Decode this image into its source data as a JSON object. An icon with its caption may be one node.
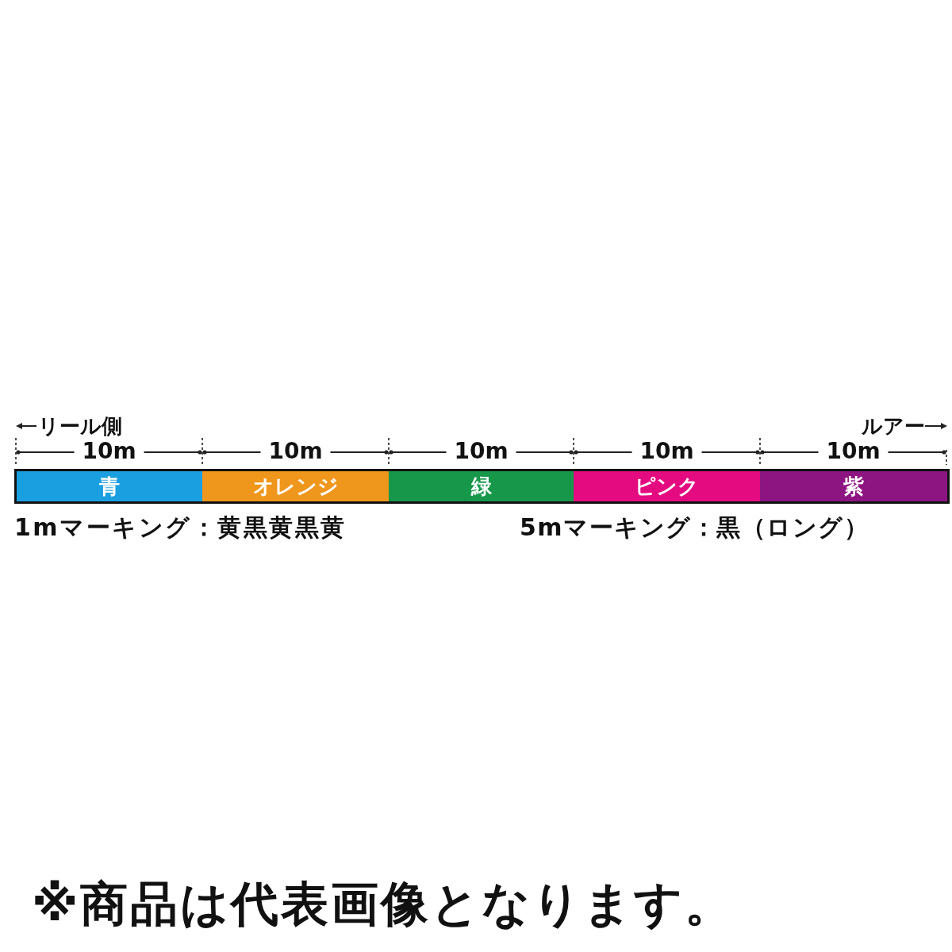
{
  "diagram": {
    "nodes": [
      {
        "text": [],
        "shape": "bar"
      },
      {
        "text": [
          "青"
        ],
        "in": 0,
        "beside": [
          "10m"
        ]
      },
      {
        "text": [
          "オレンジ"
        ],
        "in": 0,
        "beside": [
          "10m"
        ]
      },
      {
        "text": [
          "緑"
        ],
        "in": 0,
        "beside": [
          "10m"
        ]
      },
      {
        "text": [
          "ピンク"
        ],
        "in": 0,
        "beside": [
          "10m"
        ]
      },
      {
        "text": [
          "紫"
        ],
        "in": 0,
        "beside": [
          "10m"
        ]
      }
    ],
    "labels": [
      "リール側",
      "ルアー",
      "1mマーキング：黄黒黄黒黄",
      "5mマーキング：黒（ロング）",
      "※商品は代表画像となります。"
    ]
  }
}
